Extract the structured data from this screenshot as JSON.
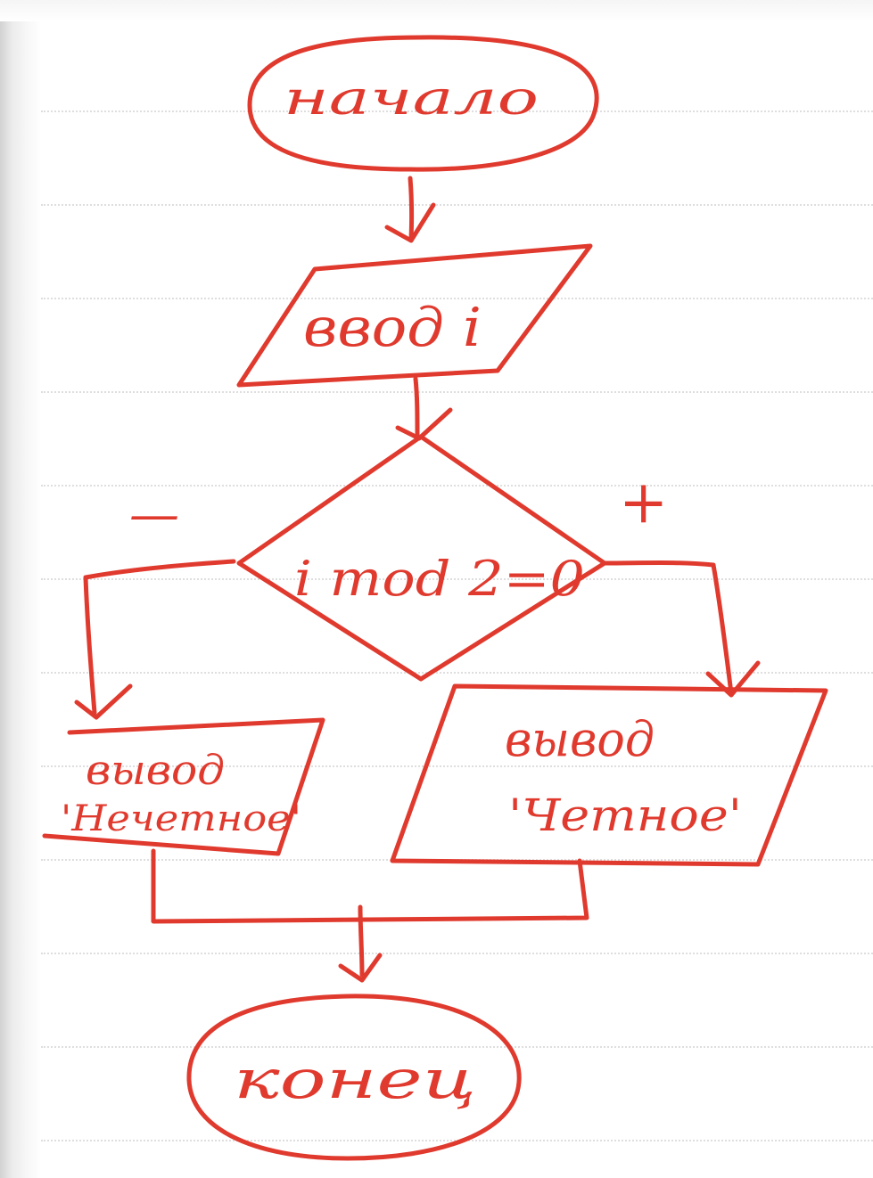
{
  "diagram": {
    "type": "flowchart",
    "ink_color": "#e03a2e",
    "nodes": [
      {
        "id": "start",
        "shape": "terminator",
        "label": "начало"
      },
      {
        "id": "input",
        "shape": "parallelogram",
        "label": "ввод i"
      },
      {
        "id": "condition",
        "shape": "decision",
        "label": "i mod 2=0"
      },
      {
        "id": "output_odd",
        "shape": "parallelogram",
        "line1": "вывод",
        "line2": "'Нечетное'"
      },
      {
        "id": "output_even",
        "shape": "parallelogram",
        "line1": "вывод",
        "line2": "'Четное'"
      },
      {
        "id": "end",
        "shape": "terminator",
        "label": "конец"
      }
    ],
    "branch_labels": {
      "no": "—",
      "yes": "+"
    },
    "edges": [
      {
        "from": "start",
        "to": "input"
      },
      {
        "from": "input",
        "to": "condition"
      },
      {
        "from": "condition",
        "to": "output_odd",
        "branch": "no"
      },
      {
        "from": "condition",
        "to": "output_even",
        "branch": "yes"
      },
      {
        "from": "output_odd",
        "to": "end"
      },
      {
        "from": "output_even",
        "to": "end"
      }
    ]
  }
}
